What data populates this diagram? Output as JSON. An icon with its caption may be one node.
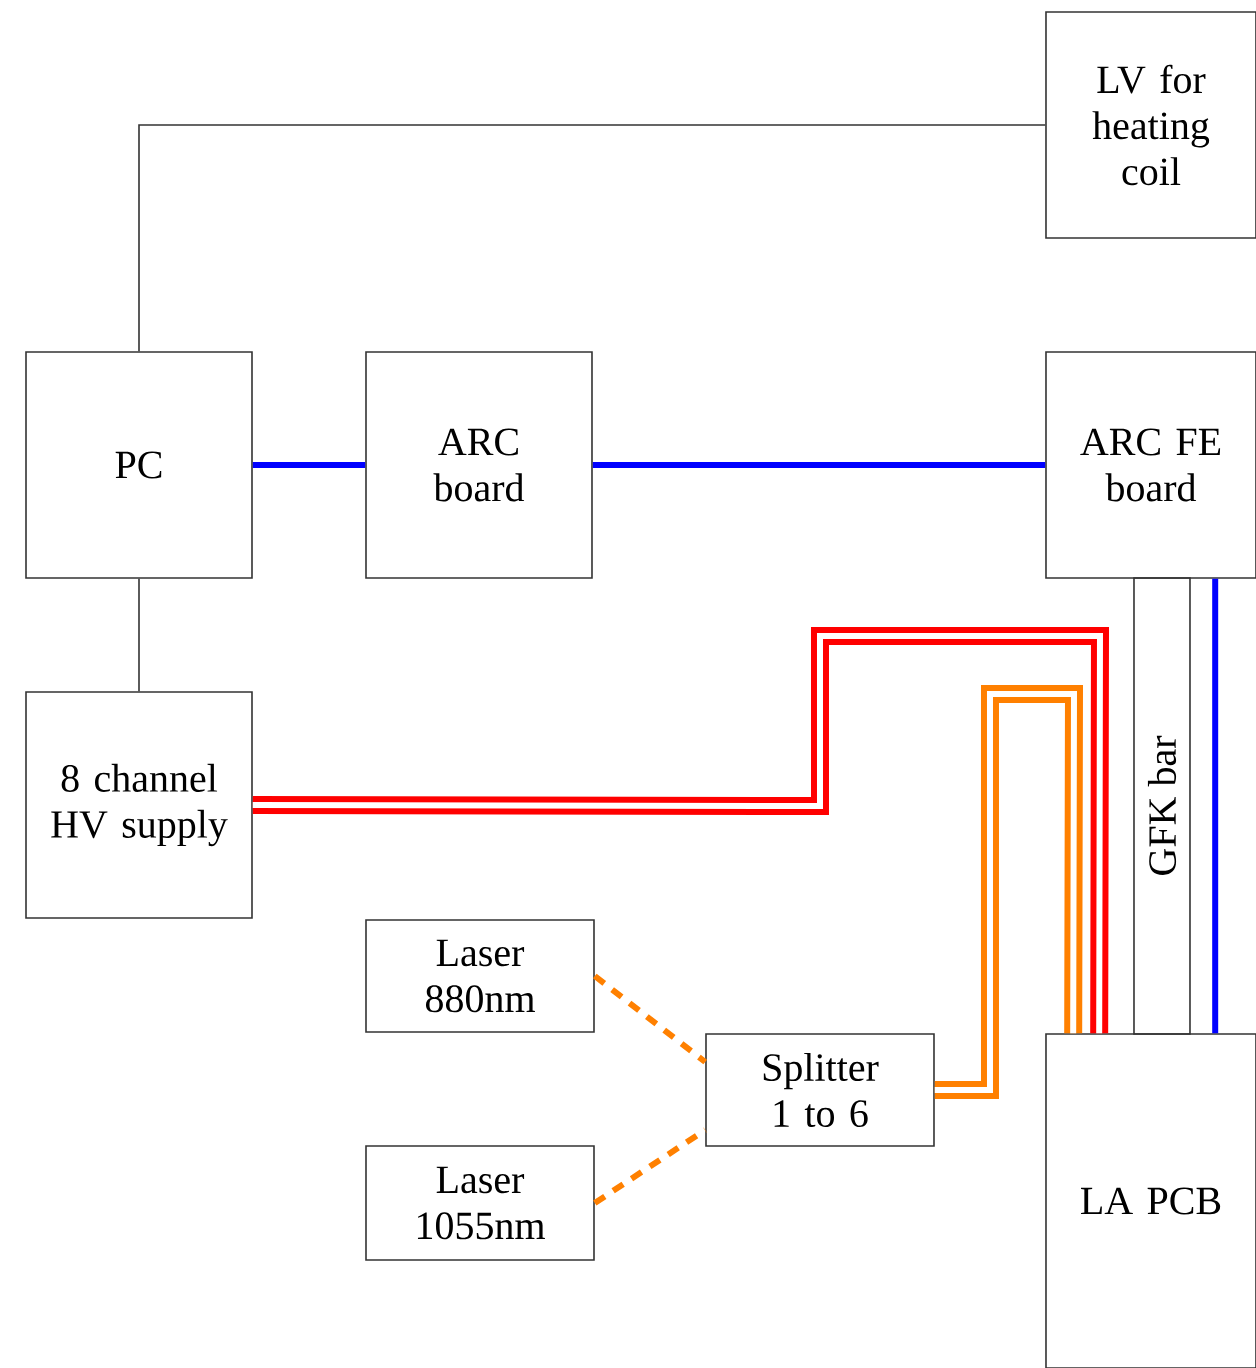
{
  "diagram": {
    "nodes": [
      {
        "text": [
          "LV for heating coil"
        ]
      },
      {
        "text": [
          "PC"
        ]
      },
      {
        "text": [
          "ARC board"
        ]
      },
      {
        "text": [
          "ARC FE board"
        ]
      },
      {
        "text": [
          "8 channel HV supply"
        ]
      },
      {
        "text": [
          "Laser 880nm"
        ]
      },
      {
        "text": [
          "Laser 1055nm"
        ]
      },
      {
        "text": [
          "Splitter 1 to 6"
        ]
      },
      {
        "text": [
          "GFK bar"
        ]
      },
      {
        "text": [
          "LA PCB"
        ]
      }
    ],
    "edges": [
      {
        "from": 1,
        "to": 0,
        "arrow": "none",
        "color": "#333333"
      },
      {
        "from": 1,
        "to": 2,
        "arrow": "none",
        "color": "#0000ff"
      },
      {
        "from": 2,
        "to": 3,
        "arrow": "none",
        "color": "#0000ff"
      },
      {
        "from": 1,
        "to": 4,
        "arrow": "none",
        "color": "#333333"
      },
      {
        "from": 4,
        "to": 9,
        "arrow": "none",
        "style": "thick",
        "color": "#ff0000"
      },
      {
        "from": 5,
        "to": 7,
        "arrow": "none",
        "style": "dashed",
        "color": "#ff8000"
      },
      {
        "from": 6,
        "to": 7,
        "arrow": "none",
        "style": "dashed",
        "color": "#ff8000"
      },
      {
        "from": 7,
        "to": 9,
        "arrow": "none",
        "style": "thick",
        "color": "#ff8000"
      },
      {
        "from": 3,
        "to": 9,
        "arrow": "none",
        "color": "#0000ff"
      }
    ]
  }
}
